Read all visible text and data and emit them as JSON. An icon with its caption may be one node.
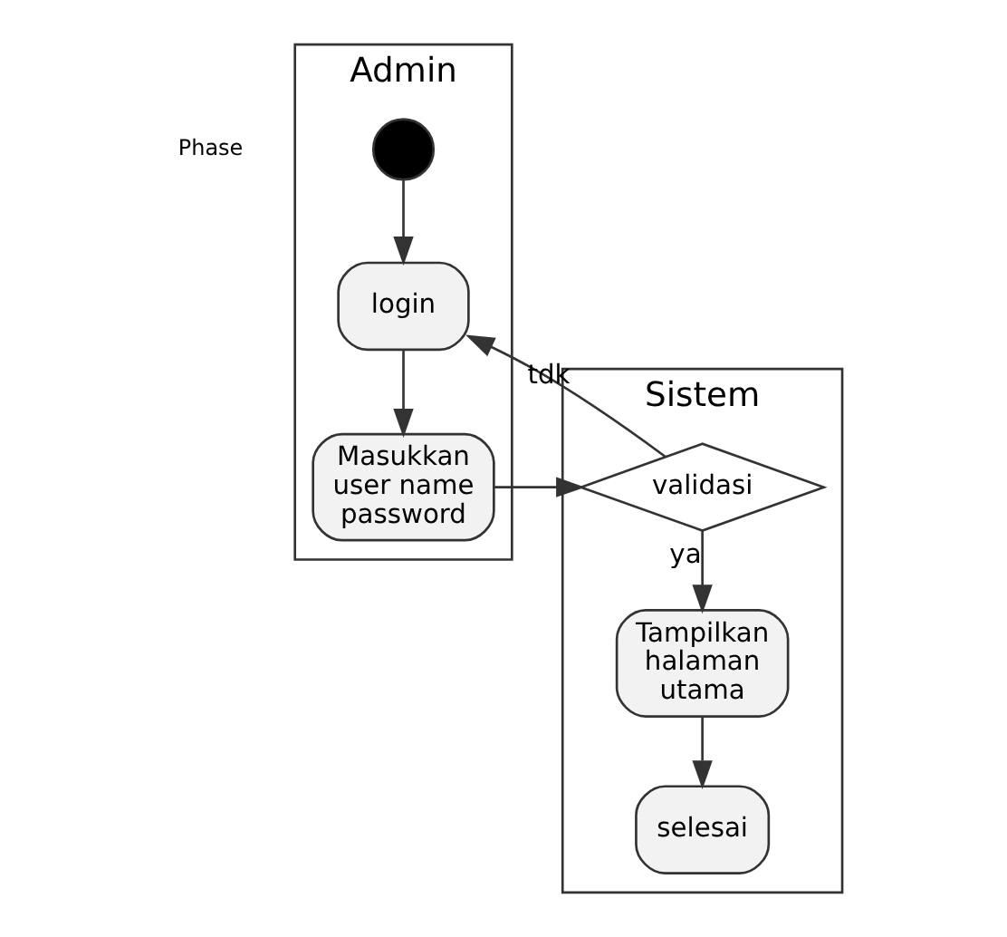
{
  "diagram": {
    "nodes": [
      {
        "text": [
          "Admin"
        ]
      },
      {
        "text": [
          "Sistem"
        ]
      },
      {
        "text": [],
        "shape": "circle",
        "in": 0
      },
      {
        "text": [
          "login"
        ],
        "in": 0
      },
      {
        "text": [
          "Masukkan user name password"
        ],
        "in": 0
      },
      {
        "text": [
          "validasi"
        ],
        "in": 1
      },
      {
        "text": [
          "Tampilkan halaman utama"
        ],
        "in": 1
      },
      {
        "text": [
          "selesai"
        ],
        "in": 1
      }
    ],
    "edges": [
      {
        "from": 2,
        "to": 3,
        "arrow": "to"
      },
      {
        "from": 3,
        "to": 4,
        "arrow": "to"
      },
      {
        "from": 4,
        "to": 5,
        "arrow": "to"
      },
      {
        "from": 5,
        "to": 3,
        "label": "tdk",
        "arrow": "to"
      },
      {
        "from": 5,
        "to": 6,
        "label": "ya",
        "arrow": "to"
      },
      {
        "from": 6,
        "to": 7,
        "arrow": "to"
      }
    ],
    "labels": [
      "Phase"
    ]
  }
}
